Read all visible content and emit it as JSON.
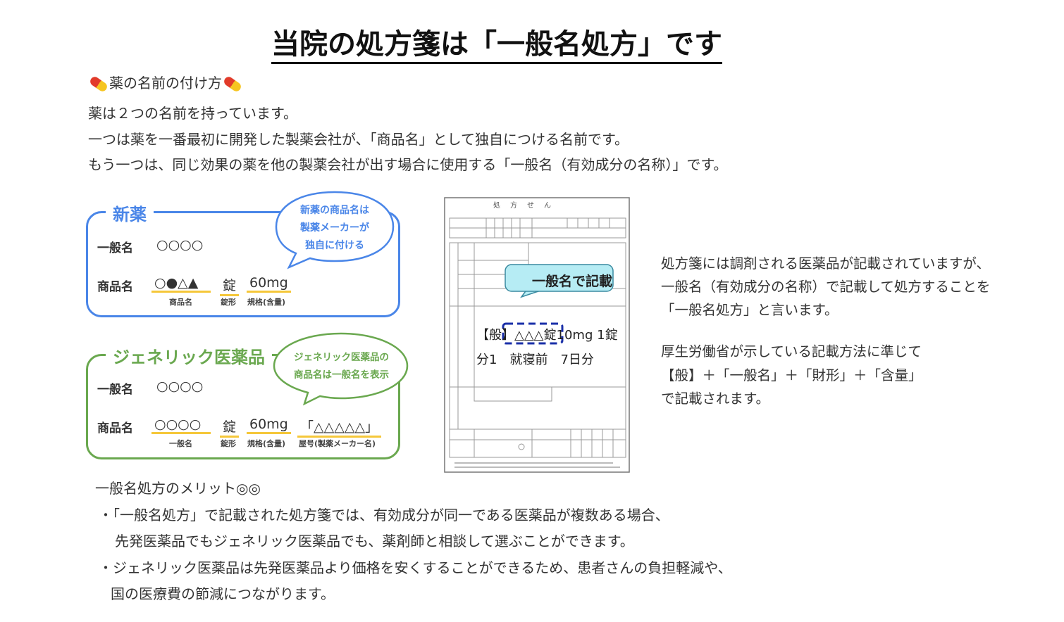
{
  "title": "当院の処方箋は「一般名処方」です",
  "section_heading": "薬の名前の付け方",
  "intro": [
    "薬は２つの名前を持っています。",
    "一つは薬を一番最初に開発した製薬会社が、「商品名」として独自につける名前です。",
    "もう一つは、同じ効果の薬を他の製薬会社が出す場合に使用する「一般名（有効成分の名称）」です。"
  ],
  "new_drug": {
    "title": "新薬",
    "bubble": [
      "新薬の商品名は",
      "製薬メーカーが",
      "独自に付ける"
    ],
    "generic_label": "一般名",
    "generic_value": "○○○○",
    "brand_label": "商品名",
    "brand_value": "○●△▲",
    "form": "錠",
    "strength": "60mg",
    "cap_name": "商品名",
    "cap_form": "錠形",
    "cap_strength": "規格(含量)"
  },
  "generic_drug": {
    "title": "ジェネリック医薬品",
    "bubble": [
      "ジェネリック医薬品の",
      "商品名は一般名を表示"
    ],
    "generic_label": "一般名",
    "generic_value": "○○○○",
    "brand_label": "商品名",
    "brand_value": "○○○○",
    "form": "錠",
    "strength": "60mg",
    "maker": "「△△△△△」",
    "cap_name": "一般名",
    "cap_form": "錠形",
    "cap_strength": "規格(含量)",
    "cap_maker": "屋号(製薬メーカー名)"
  },
  "form": {
    "header": "処　方　せ　ん",
    "callout": "一般名で記載",
    "line1_prefix": "【般】",
    "line1_name": "△△△錠",
    "line1_rest": "10mg 1錠",
    "line2": "分1　就寝前　7日分"
  },
  "explanation": [
    "処方箋には調剤される医薬品が記載されていますが、",
    "一般名（有効成分の名称）で記載して処方することを",
    "「一般名処方」と言います。"
  ],
  "method": [
    "厚生労働省が示している記載方法に準じて",
    "【般】＋「一般名」＋「財形」＋「含量」",
    "で記載されます。"
  ],
  "merit_heading": "一般名処方のメリット◎◎",
  "merits": [
    "・「一般名処方」で記載された処方箋では、有効成分が同一である医薬品が複数ある場合、",
    "先発医薬品でもジェネリック医薬品でも、薬剤師と相談して選ぶことができます。",
    "・ジェネリック医薬品は先発医薬品より価格を安くすることができるため、患者さんの負担軽減や、",
    "国の医療費の節減につながります。"
  ],
  "colors": {
    "blue": "#4a86e8",
    "green": "#6aa84f",
    "underline": "#f5c73a",
    "callout": "#b6ecf4"
  }
}
